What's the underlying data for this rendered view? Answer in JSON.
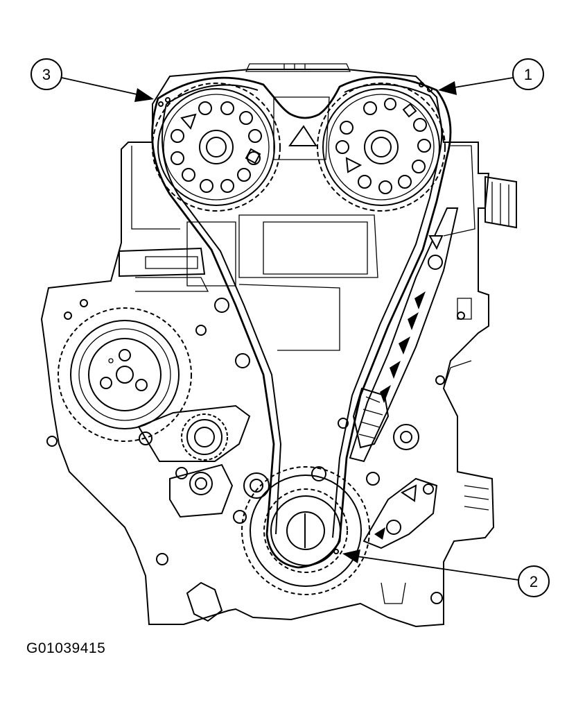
{
  "figure_id": "G01039415",
  "callouts": [
    {
      "label": "1"
    },
    {
      "label": "2"
    },
    {
      "label": "3"
    }
  ],
  "colors": {
    "line": "#000000",
    "background": "#ffffff"
  }
}
